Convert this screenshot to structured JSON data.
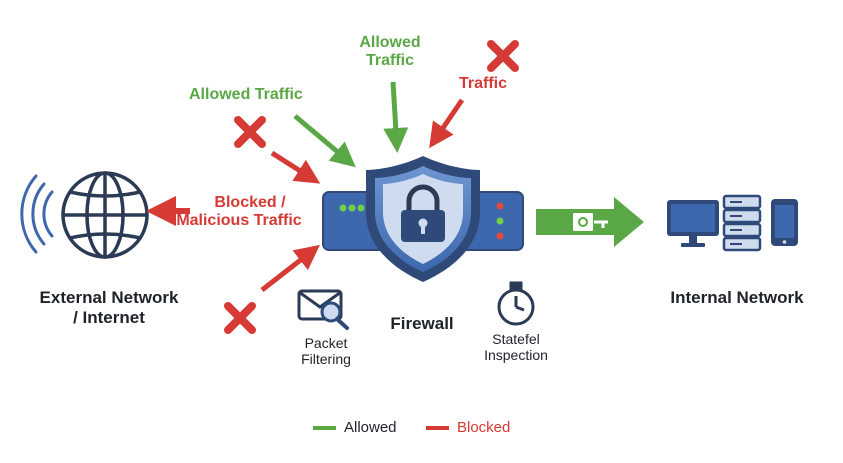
{
  "labels": {
    "allowed_traffic_left": "Allowed Traffic",
    "allowed_traffic_top_line1": "Allowed",
    "allowed_traffic_top_line2": "Traffic",
    "blocked_traffic_top": "Traffic",
    "blocked_line1": "Blocked /",
    "blocked_line2": "Malicious Traffic",
    "external_line1": "External Network",
    "external_line2": "/ Internet",
    "firewall": "Firewall",
    "packet_line1": "Packet",
    "packet_line2": "Filtering",
    "stateful_line1": "Statefel",
    "stateful_line2": "Inspection",
    "internal": "Internal Network"
  },
  "legend": {
    "allowed": "Allowed",
    "blocked": "Blocked"
  },
  "colors": {
    "allowed": "#5aa845",
    "blocked": "#d63a35",
    "navy": "#2f4a78",
    "blue": "#3d68ad",
    "light_blue": "#cfdcf0"
  },
  "icons": [
    "globe-icon",
    "signal-waves-icon",
    "shield-lock-icon",
    "envelope-magnifier-icon",
    "stopwatch-icon",
    "key-icon",
    "monitor-icon",
    "server-icon",
    "phone-icon",
    "x-mark-icon"
  ]
}
